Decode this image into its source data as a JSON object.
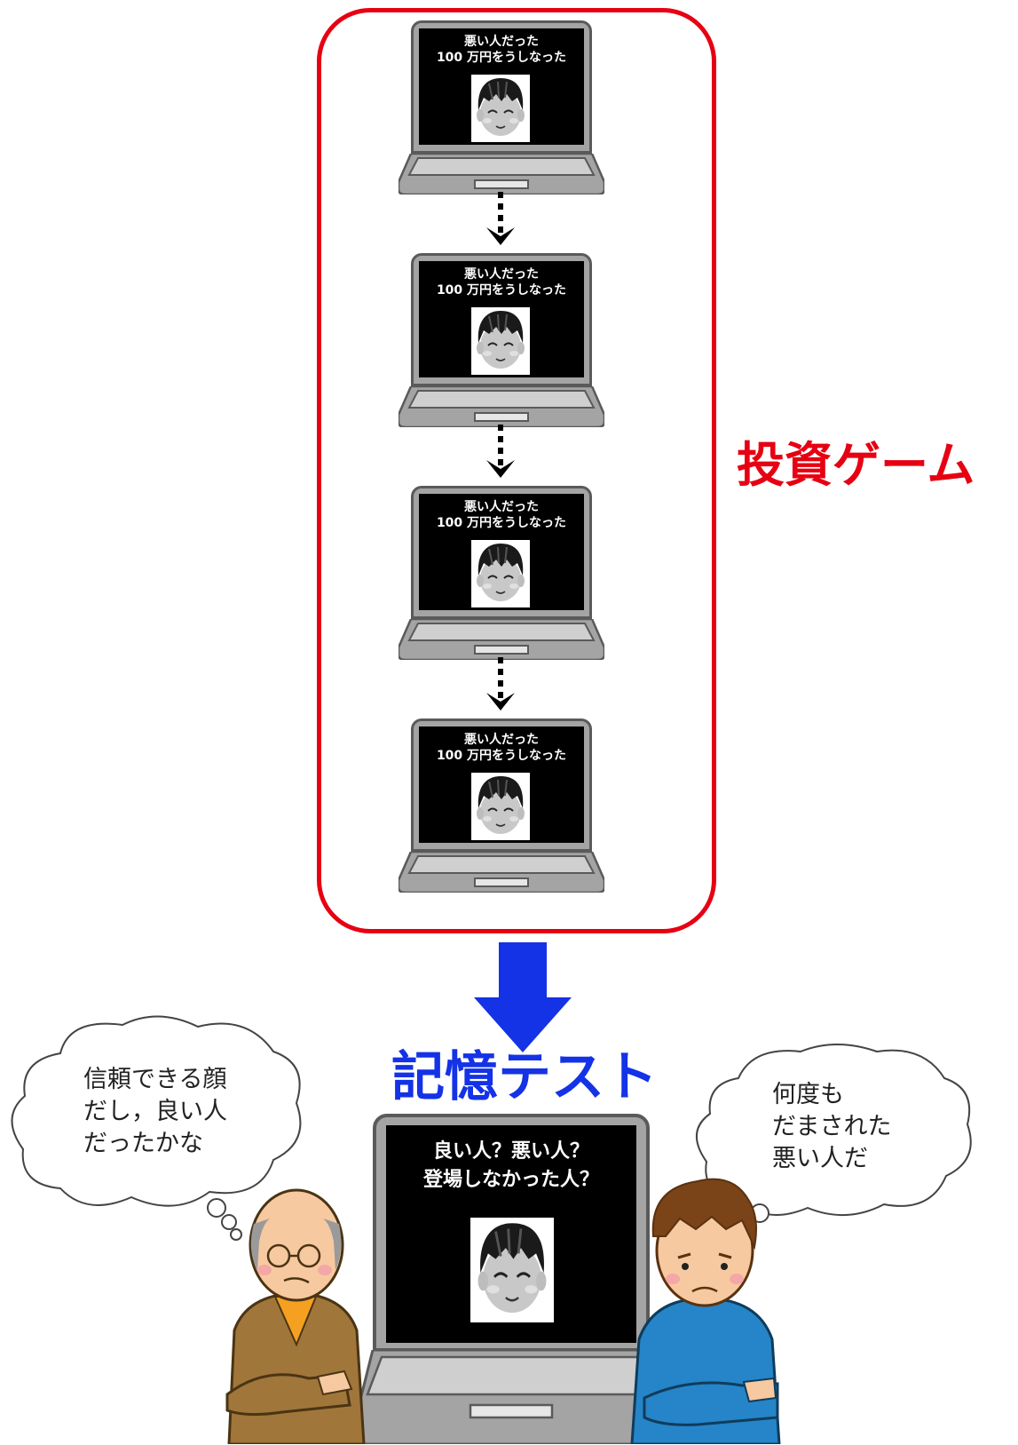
{
  "game": {
    "label": "投資ゲーム",
    "screens": [
      {
        "line1": "悪い人だった",
        "line2": "100 万円をうしなった"
      },
      {
        "line1": "悪い人だった",
        "line2": "100 万円をうしなった"
      },
      {
        "line1": "悪い人だった",
        "line2": "100 万円をうしなった"
      },
      {
        "line1": "悪い人だった",
        "line2": "100 万円をうしなった"
      }
    ]
  },
  "memory_test": {
    "title": "記憶テスト",
    "question_line1": "良い人？悪い人？",
    "question_line2": "登場しなかった人？"
  },
  "thoughts": {
    "elder": [
      "信頼できる顔",
      "だし，良い人",
      "だったかな"
    ],
    "young": [
      "何度も",
      "だまされた",
      "悪い人だ"
    ]
  },
  "colors": {
    "frame_red": "#e60012",
    "arrow_blue": "#1432e6",
    "title_blue": "#1432e6"
  }
}
